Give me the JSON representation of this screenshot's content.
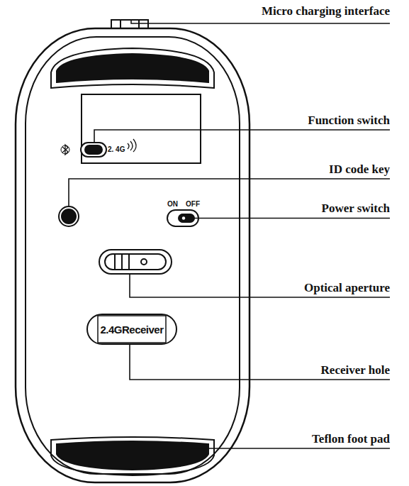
{
  "diagram": {
    "nodes": [
      {
        "text": [
          "2.4GReceiver"
        ]
      }
    ],
    "labels": [
      "Micro charging interface",
      "Function switch",
      "2. 4G",
      "ID code key",
      "ON",
      "OFF",
      "Power switch",
      "Optical aperture",
      "Receiver hole",
      "Teflon foot pad"
    ]
  }
}
